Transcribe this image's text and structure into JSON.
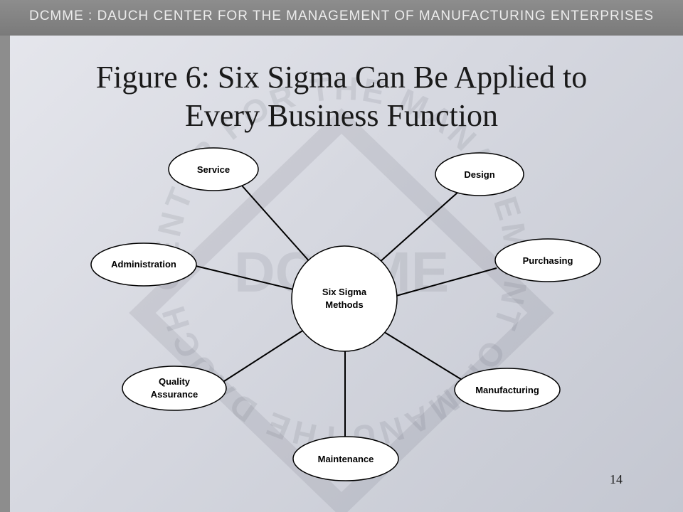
{
  "header": {
    "text": "DCMME : DAUCH CENTER FOR THE MANAGEMENT OF MANUFACTURING ENTERPRISES"
  },
  "title": {
    "line1": "Figure 6:  Six Sigma Can Be Applied to",
    "line2": "Every Business Function"
  },
  "diagram": {
    "center": {
      "line1": "Six Sigma",
      "line2": "Methods"
    },
    "nodes": {
      "service": "Service",
      "design": "Design",
      "administration": "Administration",
      "purchasing": "Purchasing",
      "quality_line1": "Quality",
      "quality_line2": "Assurance",
      "manufacturing": "Manufacturing",
      "maintenance": "Maintenance"
    }
  },
  "watermark": {
    "ring_text": "THE DAUCH CENTER FOR THE MANAGEMENT OF MANUFACTURING ENTERPRISES",
    "logo_text": "DCMME"
  },
  "footer": {
    "page_number": "14"
  },
  "colors": {
    "header_bar": "#808080",
    "background": "#d6d8e0",
    "node_fill": "#ffffff",
    "line": "#000000"
  }
}
